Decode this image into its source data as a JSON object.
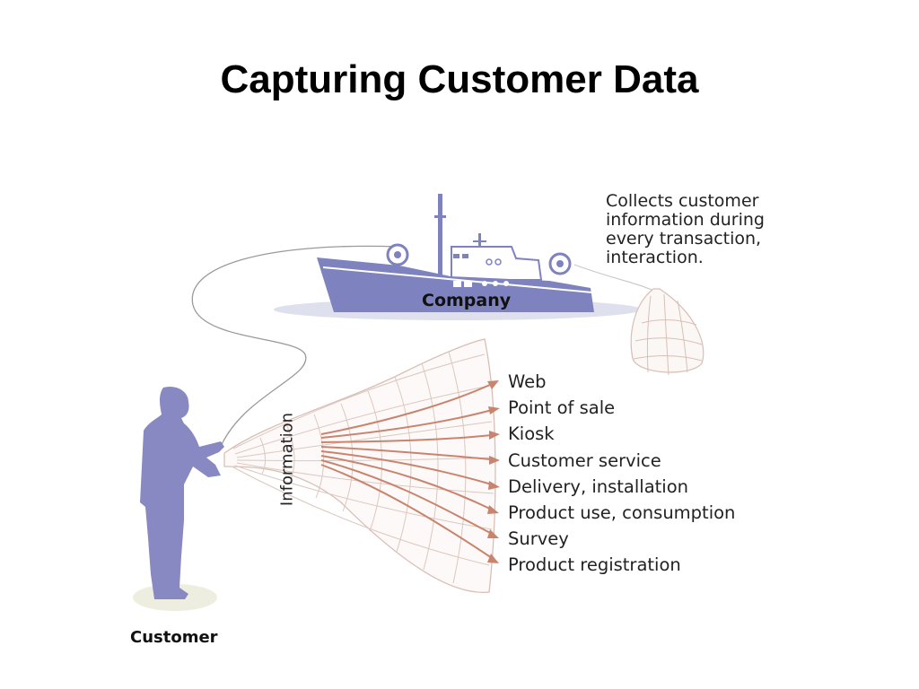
{
  "slide": {
    "title": "Capturing Customer Data"
  },
  "diagram": {
    "company_label": "Company",
    "customer_label": "Customer",
    "information_label": "Information",
    "note": "Collects customer\ninformation during\nevery transaction,\ninteraction.",
    "channels": [
      "Web",
      "Point of sale",
      "Kiosk",
      "Customer service",
      "Delivery, installation",
      "Product use, consumption",
      "Survey",
      "Product registration"
    ],
    "colors": {
      "figure": "#8888c2",
      "ship": "#7e82bf",
      "arrows": "#c9846e",
      "net": "#d8bfb5",
      "water": "#dfe0ee"
    },
    "icons": [
      "ship-illustration",
      "fishing-net",
      "customer-silhouette",
      "arrow-icon"
    ]
  }
}
